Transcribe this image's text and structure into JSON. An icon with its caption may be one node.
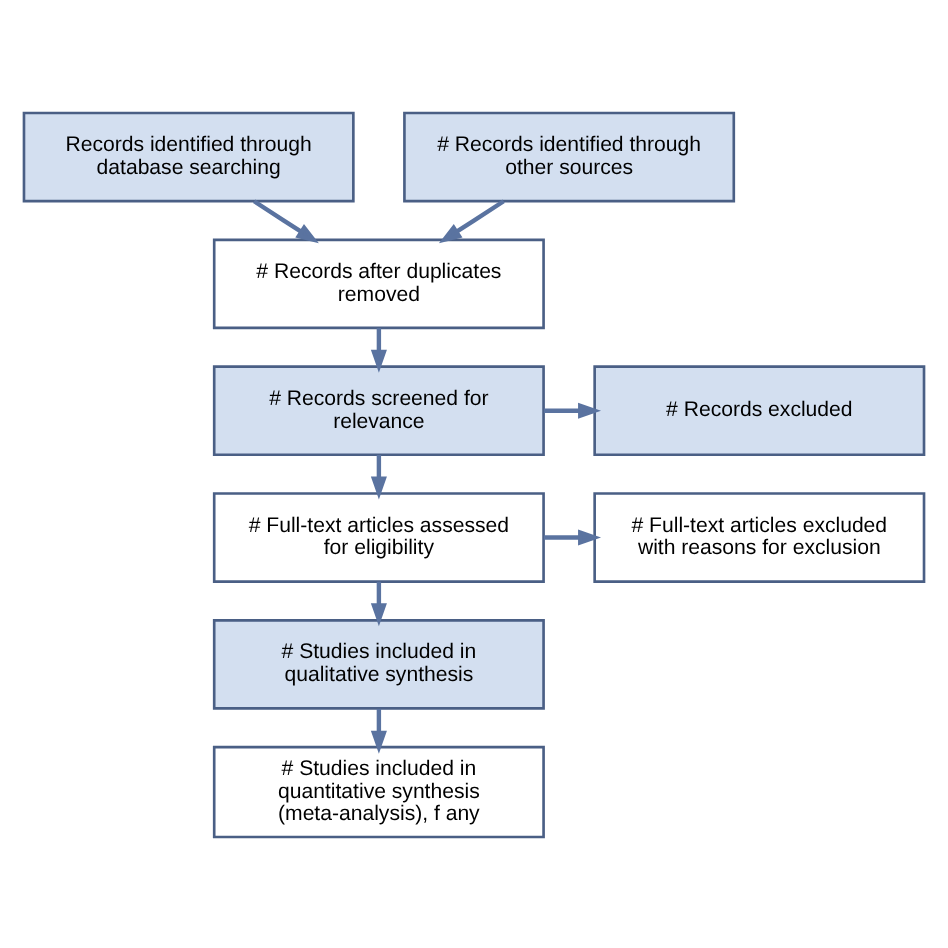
{
  "diagram": {
    "nodes": [
      {
        "text": [
          "Records identified through database searching"
        ]
      },
      {
        "text": [
          "# Records identified through other sources"
        ]
      },
      {
        "text": [
          "# Records after duplicates removed"
        ]
      },
      {
        "text": [
          "# Records screened for relevance"
        ]
      },
      {
        "text": [
          "# Records excluded"
        ]
      },
      {
        "text": [
          "# Full-text articles assessed for eligibility"
        ]
      },
      {
        "text": [
          "# Full-text articles excluded with reasons for exclusion"
        ]
      },
      {
        "text": [
          "# Studies included in qualitative synthesis"
        ]
      },
      {
        "text": [
          "# Studies included in quantitative synthesis (meta-analysis), f any"
        ]
      }
    ],
    "edges": [
      {
        "from": 0,
        "to": 2,
        "arrow": "to"
      },
      {
        "from": 1,
        "to": 2,
        "arrow": "to"
      },
      {
        "from": 2,
        "to": 3,
        "arrow": "to"
      },
      {
        "from": 3,
        "to": 4,
        "arrow": "to"
      },
      {
        "from": 3,
        "to": 5,
        "arrow": "to"
      },
      {
        "from": 5,
        "to": 6,
        "arrow": "to"
      },
      {
        "from": 5,
        "to": 7,
        "arrow": "to"
      },
      {
        "from": 7,
        "to": 8,
        "arrow": "to"
      }
    ]
  }
}
